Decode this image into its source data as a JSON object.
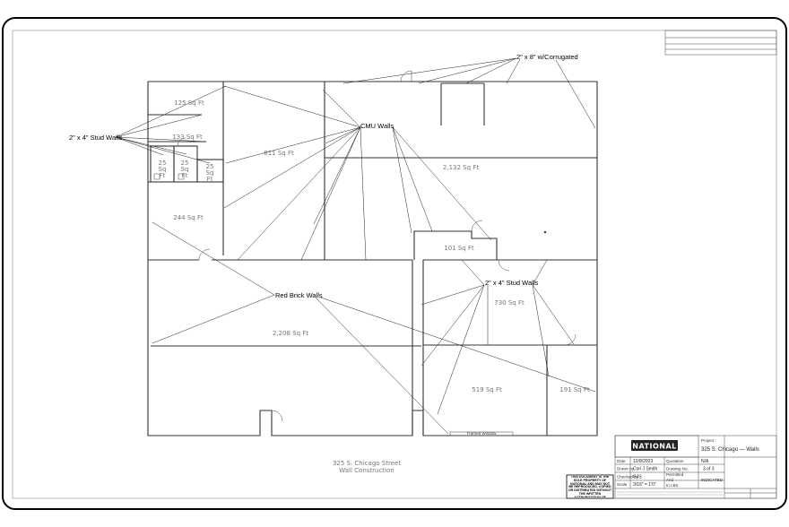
{
  "rooms": [
    {
      "label": "125  Sq  Ft"
    },
    {
      "label": "133  Sq  Ft"
    },
    {
      "label": "811  Sq  Ft"
    },
    {
      "label": "2,132  Sq  Ft"
    },
    {
      "label": "25"
    },
    {
      "label": "Sq"
    },
    {
      "label": "Ft"
    },
    {
      "label": "25"
    },
    {
      "label": "Sq"
    },
    {
      "label": "Ft"
    },
    {
      "label": "25"
    },
    {
      "label": "Sq"
    },
    {
      "label": "Ft"
    },
    {
      "label": "244  Sq  Ft"
    },
    {
      "label": "101  Sq  Ft"
    },
    {
      "label": "730  Sq  Ft"
    },
    {
      "label": "2,208  Sq  Ft"
    },
    {
      "label": "519  Sq  Ft"
    },
    {
      "label": "191  Sq  Ft"
    }
  ],
  "callouts": {
    "corrugated": "2\" x 8\" w/Corrugated",
    "cmu": "CMU Walls",
    "stud_left": "2\" x 4\" Stud Walls",
    "stud_right": "2\" x 4\" Stud Walls",
    "red_brick": "Red Brick Walls"
  },
  "window_label": "Framed Window",
  "drawing_title": {
    "line1": "325  S.  Chicago  Street",
    "line2": "Wall  Construction"
  },
  "title_block": {
    "logo": "NATIONAL",
    "project_label": "Project :",
    "project": "325  S.  Chicago  —  Walls",
    "date_label": "Date",
    "date": "12/8/2023",
    "quotation_label": "Quotation",
    "quotation": "N/A",
    "drawn_label": "Drawn by",
    "drawn": "Cori J Smith",
    "drawing_no_label": "Drawing No.",
    "drawing_no": "3  of  3",
    "checked_label": "Checked by",
    "checked": "GJS",
    "permitted_label": "Permitted",
    "permitted_sub1": "And",
    "permitted_sub2": "In LBS",
    "permitted": "INDICATED",
    "scale_label": "Scale",
    "scale": "3/16\" = 1'0\""
  },
  "notice_text": "THIS DOCUMENT IS THE SOLE PROPERTY OF NATIONAL AND MAY NOT BE REPRODUCED, COPIED OR DISTRIBUTED WITHOUT THE WRITTEN AUTHORIZATION OF NATIONAL INC."
}
